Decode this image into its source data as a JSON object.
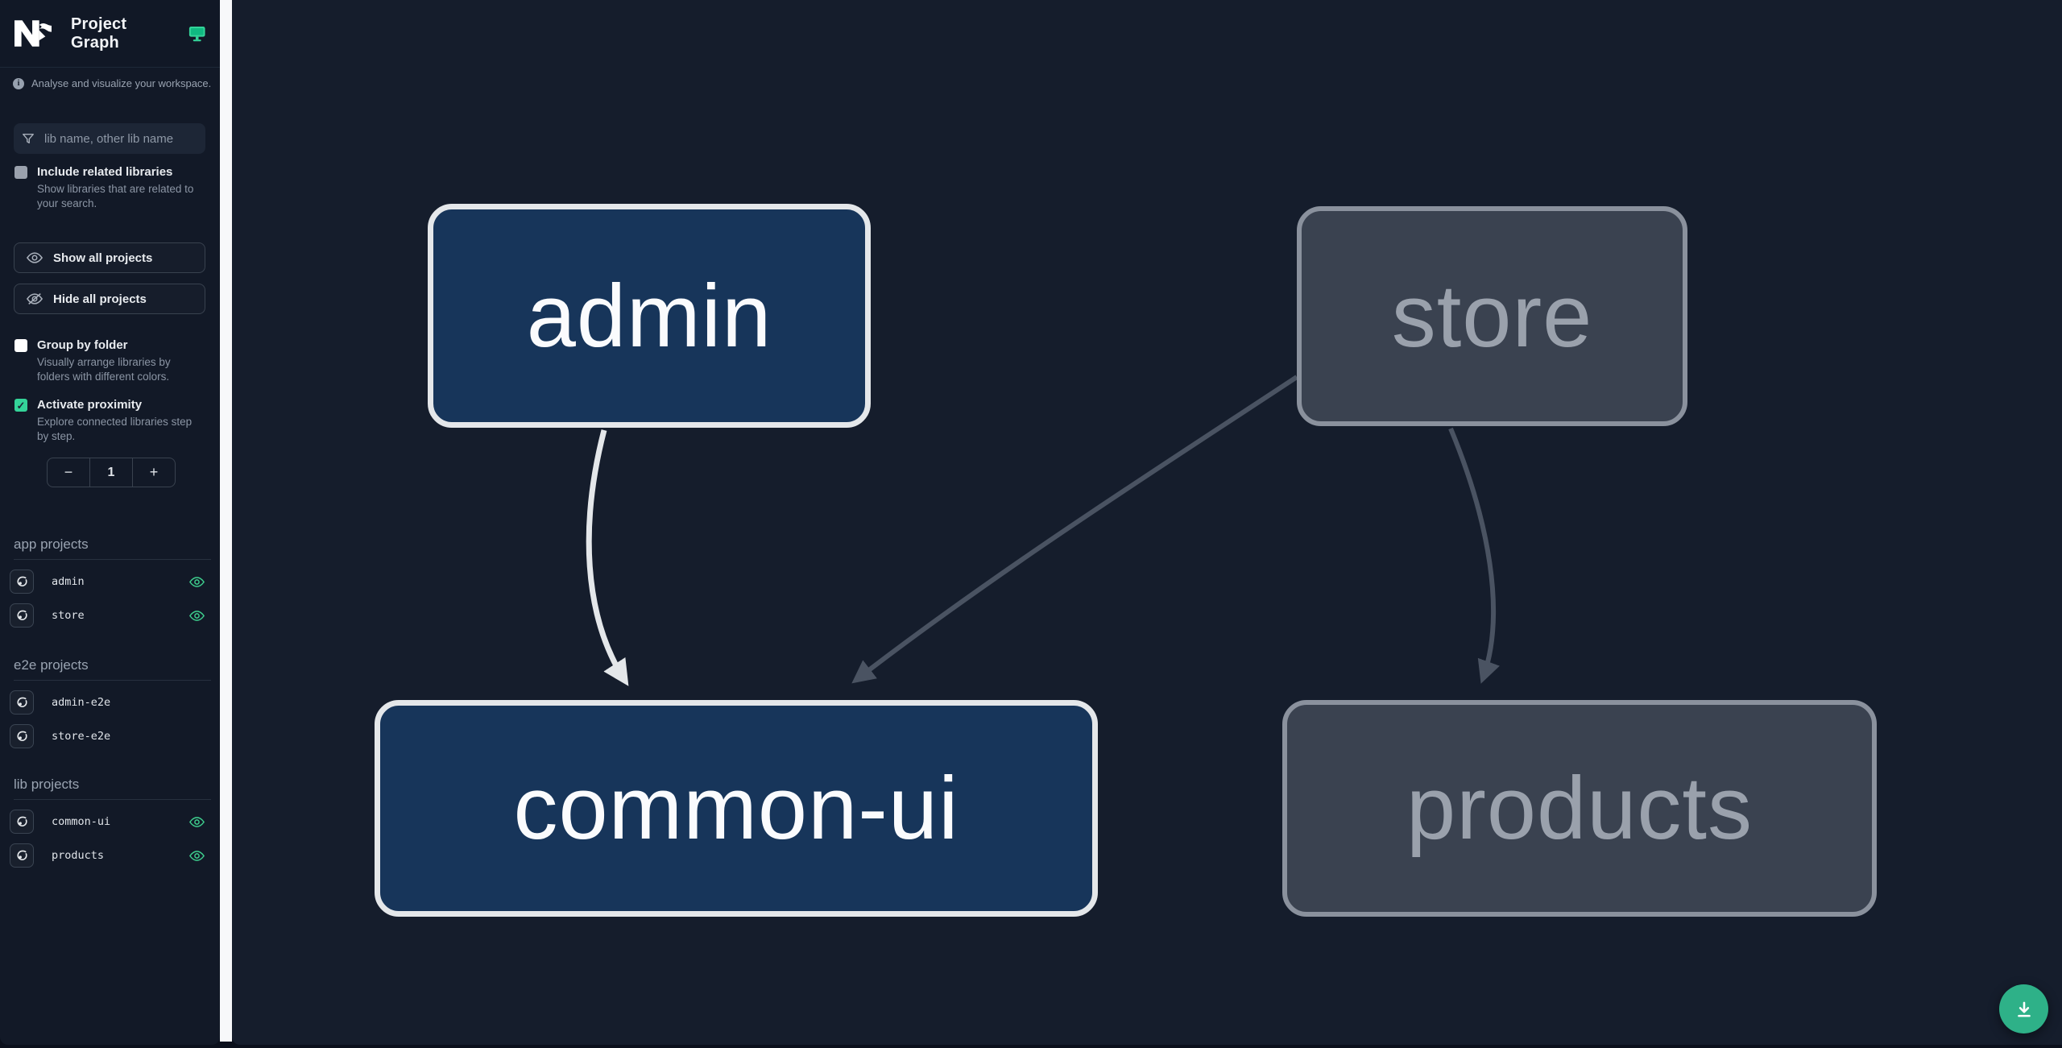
{
  "app": {
    "title": "Project Graph",
    "tagline": "Analyse and visualize your workspace."
  },
  "sidebar": {
    "search_placeholder": "lib name, other lib name",
    "include_related": {
      "label": "Include related libraries",
      "description": "Show libraries that are related to your search.",
      "checked": false
    },
    "show_all_label": "Show all projects",
    "hide_all_label": "Hide all projects",
    "group_by_folder": {
      "label": "Group by folder",
      "description": "Visually arrange libraries by folders with different colors.",
      "checked": false
    },
    "activate_proximity": {
      "label": "Activate proximity",
      "description": "Explore connected libraries step by step.",
      "checked": true
    },
    "proximity": {
      "decrement_label": "−",
      "value": "1",
      "increment_label": "+"
    },
    "checkmark": "✓",
    "sections": [
      {
        "title": "app projects",
        "items": [
          {
            "name": "admin",
            "eye_visible": true
          },
          {
            "name": "store",
            "eye_visible": true
          }
        ]
      },
      {
        "title": "e2e projects",
        "items": [
          {
            "name": "admin-e2e",
            "eye_visible": false
          },
          {
            "name": "store-e2e",
            "eye_visible": false
          }
        ]
      },
      {
        "title": "lib projects",
        "items": [
          {
            "name": "common-ui",
            "eye_visible": true
          },
          {
            "name": "products",
            "eye_visible": true
          }
        ]
      }
    ]
  },
  "graph": {
    "nodes": [
      {
        "id": "admin",
        "label": "admin",
        "state": "focused"
      },
      {
        "id": "store",
        "label": "store",
        "state": "muted"
      },
      {
        "id": "common-ui",
        "label": "common-ui",
        "state": "focused"
      },
      {
        "id": "products",
        "label": "products",
        "state": "muted"
      }
    ],
    "edges": [
      {
        "from": "admin",
        "to": "common-ui",
        "state": "highlighted"
      },
      {
        "from": "store",
        "to": "common-ui",
        "state": "muted"
      },
      {
        "from": "store",
        "to": "products",
        "state": "muted"
      }
    ]
  },
  "colors": {
    "accent_teal": "#34d399",
    "eye_green": "#3ecf8e",
    "focused_node_fill": "#17355a",
    "focused_node_border": "#e4e7ea",
    "muted_node_fill": "#3a4250",
    "muted_node_border": "#8a919d",
    "edge_bright": "#e4e7ea",
    "edge_muted": "#4a5362",
    "fab_green": "#2eb188",
    "sidebar_bg": "#121927",
    "canvas_bg": "#151d2c"
  }
}
